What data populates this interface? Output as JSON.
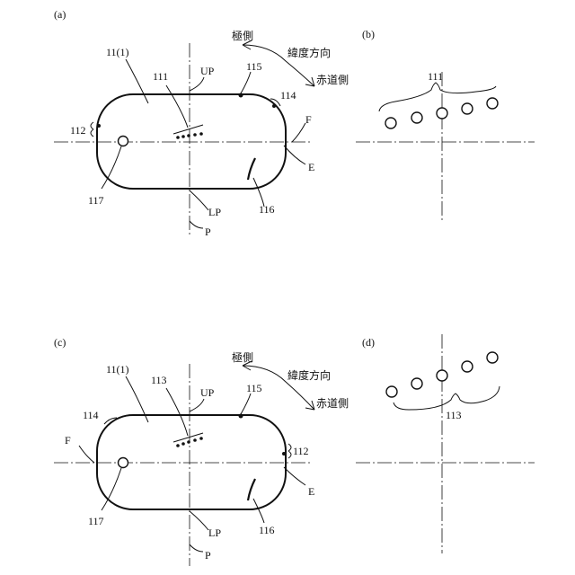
{
  "panel_a": {
    "tag": "(a)",
    "body_label": "11(1)",
    "array_label": "111",
    "up": "UP",
    "lp": "LP",
    "p": "P",
    "label_115": "115",
    "label_114": "114",
    "label_112": "112",
    "label_117": "117",
    "label_116": "116",
    "f": "F",
    "e": "E",
    "pole_side": "極側",
    "lat_dir": "緯度方向",
    "equator_side": "赤道側"
  },
  "panel_b": {
    "tag": "(b)",
    "array_label": "111"
  },
  "panel_c": {
    "tag": "(c)",
    "body_label": "11(1)",
    "array_label": "113",
    "up": "UP",
    "lp": "LP",
    "p": "P",
    "label_115": "115",
    "label_114": "114",
    "label_112": "112",
    "label_117": "117",
    "label_116": "116",
    "f": "F",
    "e": "E",
    "pole_side": "極側",
    "lat_dir": "緯度方向",
    "equator_side": "赤道側"
  },
  "panel_d": {
    "tag": "(d)",
    "array_label": "113"
  }
}
